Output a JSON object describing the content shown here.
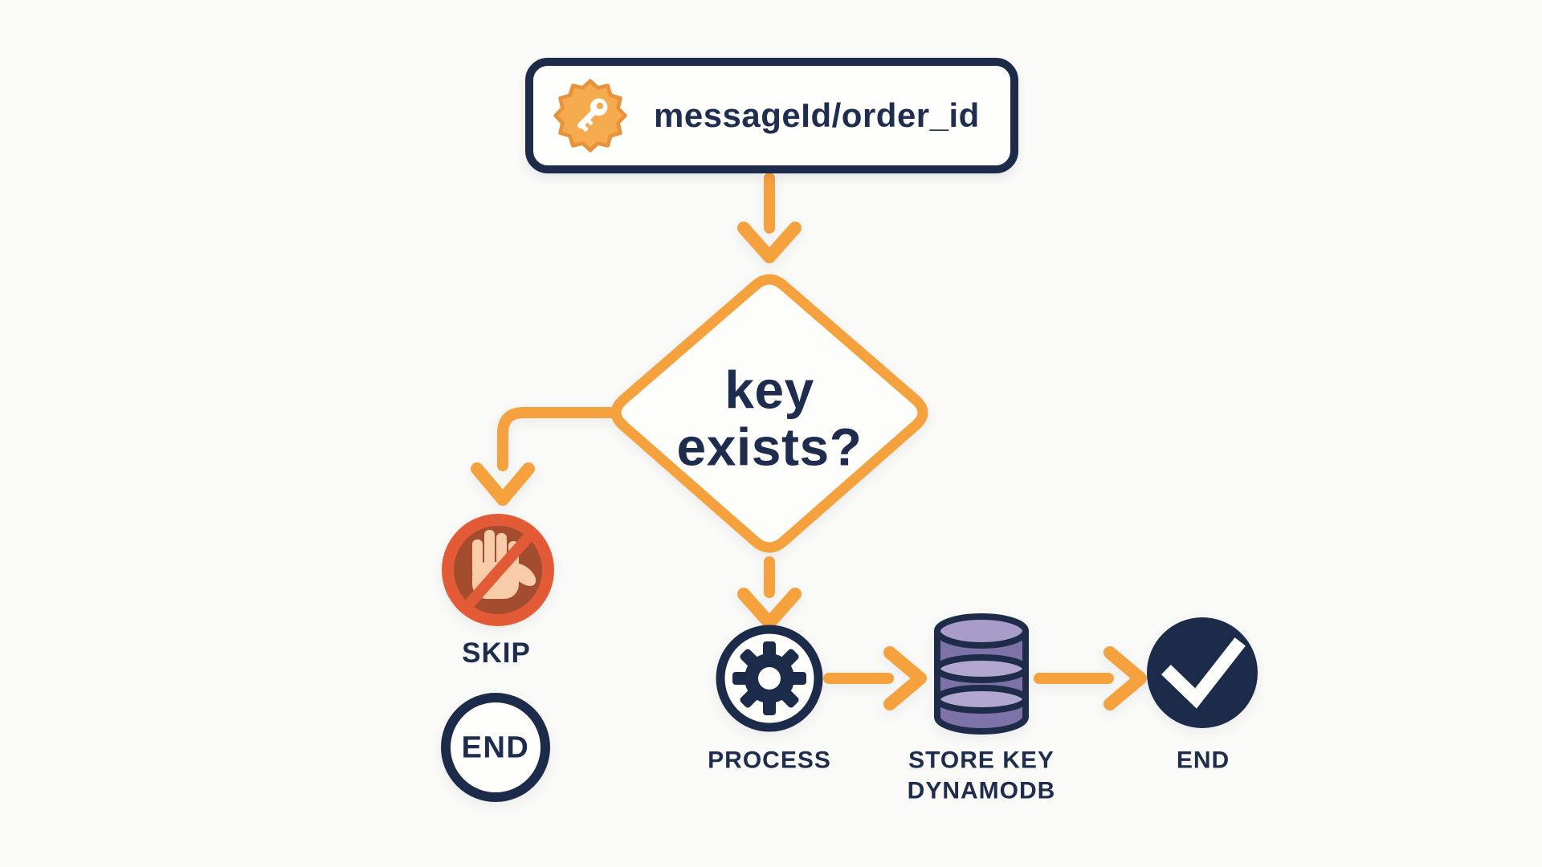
{
  "title": "idempotency flowchart",
  "colors": {
    "orange": "#F5A23E",
    "navy": "#1C2B4A",
    "text_navy": "#1F2E4E",
    "badge_fill": "#F6AC4E",
    "badge_border": "#E8923C",
    "skip_ring": "#E25B36",
    "skip_fill": "#A34C2E",
    "hand": "#F8CCA8",
    "db_body": "#7E73A8",
    "db_top": "#A89CC8",
    "db_band": "#B2A7D1",
    "background": "#FAFAF8"
  },
  "nodes": {
    "input": {
      "label": "messageId/order_id",
      "icon": "key-badge-icon"
    },
    "decision": {
      "line1": "key",
      "line2": "exists?"
    },
    "skip": {
      "label": "SKIP",
      "icon": "stop-hand-icon"
    },
    "skip_end": {
      "label": "END"
    },
    "process": {
      "label": "PROCESS",
      "icon": "gear-icon"
    },
    "store": {
      "label_line1": "STORE KEY",
      "label_line2": "DYNAMODB",
      "icon": "database-icon"
    },
    "end": {
      "label": "END",
      "icon": "check-icon"
    }
  },
  "edges": [
    {
      "from": "input",
      "to": "decision"
    },
    {
      "from": "decision",
      "to": "skip"
    },
    {
      "from": "decision",
      "to": "process"
    },
    {
      "from": "process",
      "to": "store"
    },
    {
      "from": "store",
      "to": "end"
    }
  ]
}
